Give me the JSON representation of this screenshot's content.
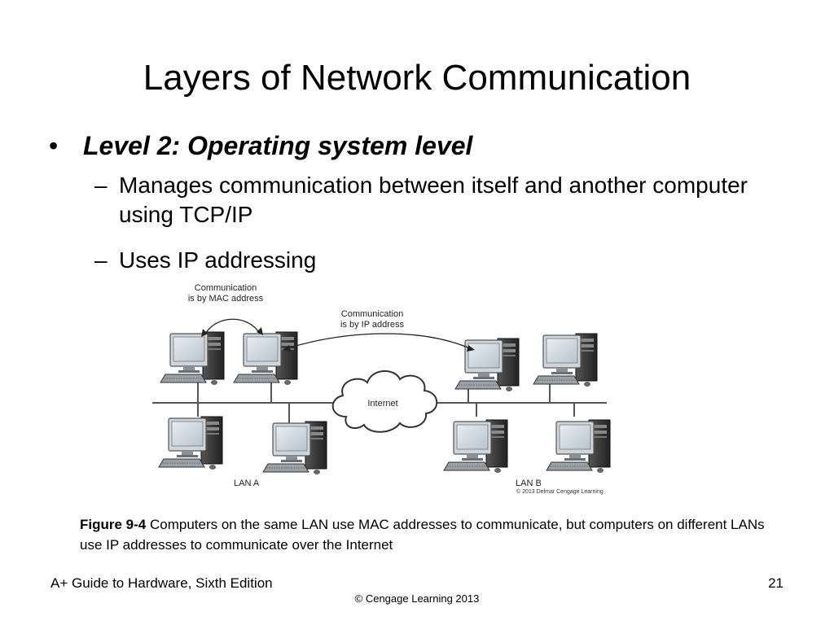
{
  "slide": {
    "title": "Layers of Network Communication",
    "bullet_symbol": "•",
    "bullet": "Level 2: Operating system level",
    "sub_dash": "–",
    "sub_points": [
      "Manages communication between itself and another computer using TCP/IP",
      "Uses IP addressing"
    ]
  },
  "figure": {
    "mac_label_line1": "Communication",
    "mac_label_line2": "is by MAC address",
    "ip_label_line1": "Communication",
    "ip_label_line2": "is by IP address",
    "cloud_label": "Internet",
    "lan_a": "LAN A",
    "lan_b": "LAN B",
    "copyright": "© 2013 Delmar Cengage Learning"
  },
  "caption": {
    "label": "Figure 9-4",
    "text": " Computers on the same LAN use MAC addresses to communicate, but computers on different LANs use IP addresses to communicate over the Internet"
  },
  "footer": {
    "left": "A+ Guide to Hardware, Sixth Edition",
    "page_number": "21",
    "center": "© Cengage Learning  2013"
  }
}
